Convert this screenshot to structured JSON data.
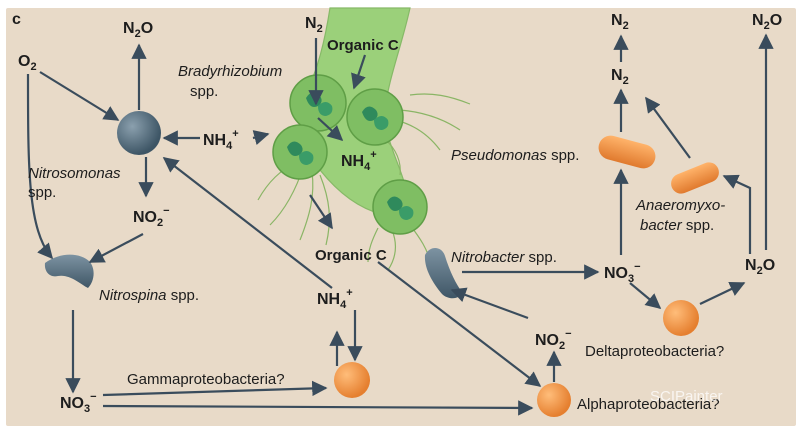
{
  "panel_letter": "c",
  "chem": {
    "n2": "N",
    "n2_sub": "2",
    "n2o": "N",
    "n2o_sub": "2",
    "n2o_o": "O",
    "o2": "O",
    "o2_sub": "2",
    "nh4": "NH",
    "nh4_sub": "4",
    "nh4_sup": "+",
    "no2": "NO",
    "no2_sub": "2",
    "no2_sup": "−",
    "no3": "NO",
    "no3_sub": "3",
    "no3_sup": "−"
  },
  "labels": {
    "organic_c": "Organic C",
    "bradyrhizobium": "Bradyrhizobium",
    "spp": "spp.",
    "nitrosomonas": "Nitrosomonas",
    "nitrospina": "Nitrospina",
    "nitrobacter": "Nitrobacter",
    "pseudomonas": "Pseudomonas",
    "anaeromyxo": "Anaeromyxo-",
    "bacter": "bacter",
    "gammaproteobacteria": "Gammaproteobacteria?",
    "alphaproteobacteria": "Alphaproteobacteria?",
    "deltaproteobacteria": "Deltaproteobacteria?"
  },
  "watermark": "SCIPainter",
  "colors": {
    "background": "#e8dac8",
    "arrow": "#3a4c5c",
    "plant": "#9bd07a",
    "nodule": "#7fbe63",
    "bacteroid": "#2f8a5c",
    "nitrosomonas_cell": "#4d6575",
    "nitrospina_cell": "#4e6878",
    "orange_cell": "#f19a4c"
  }
}
